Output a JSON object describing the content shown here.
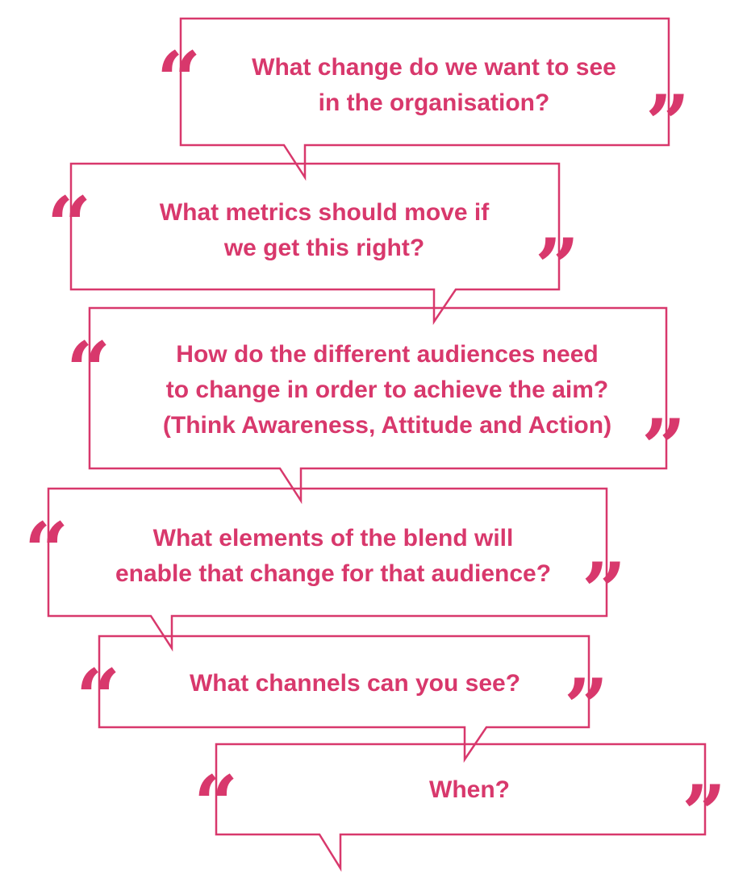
{
  "accent_color": "#d8386c",
  "quote_open": "“",
  "quote_close": "”",
  "questions": [
    {
      "text": "What change do we want to see\nin the organisation?"
    },
    {
      "text": "What metrics should move if\nwe get this right?"
    },
    {
      "text": "How do the different audiences need\nto change in order to achieve the aim?\n(Think Awareness, Attitude and Action)"
    },
    {
      "text": "What elements of the blend will\nenable that change for that audience?"
    },
    {
      "text": "What channels can you see?"
    },
    {
      "text": "When?"
    }
  ]
}
